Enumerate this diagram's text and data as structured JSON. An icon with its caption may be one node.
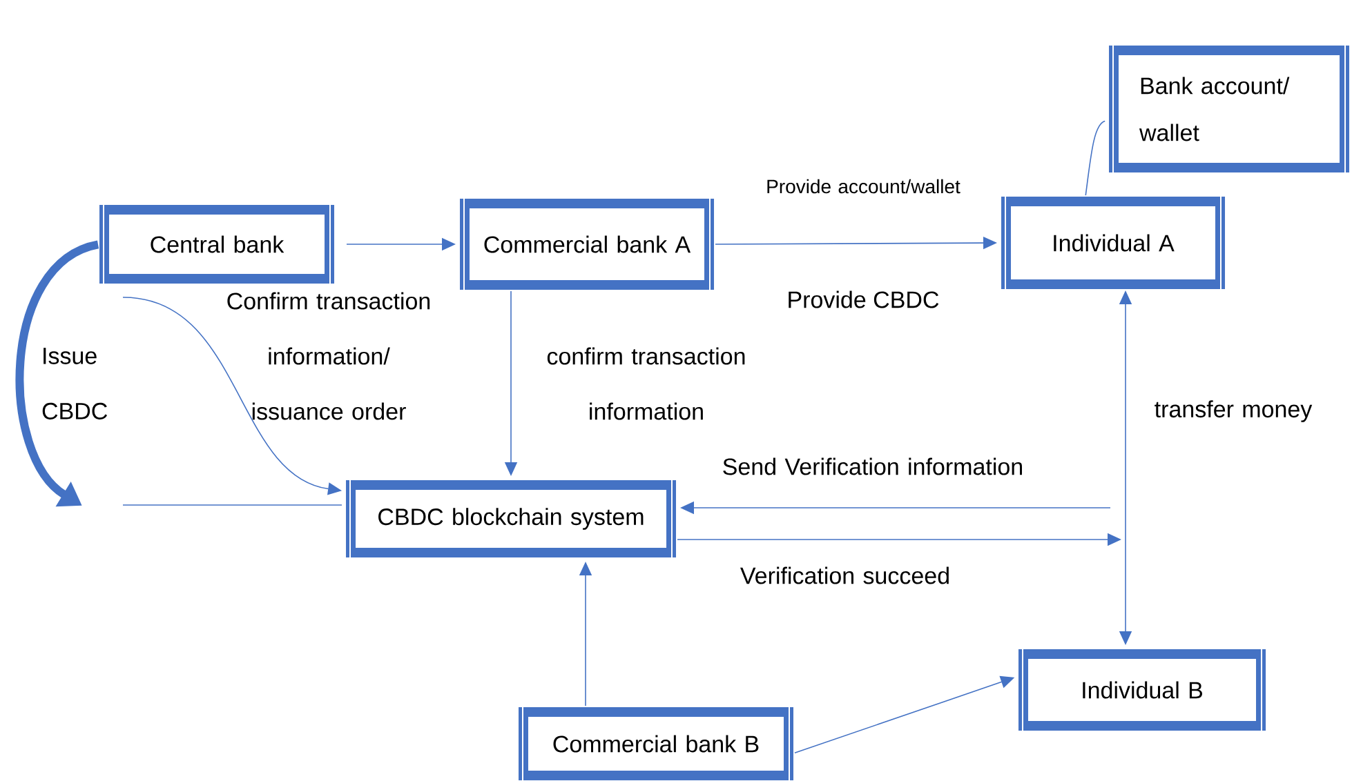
{
  "diagram": {
    "nodes": [
      {
        "text": [
          "Central bank"
        ]
      },
      {
        "text": [
          "Commercial bank A"
        ]
      },
      {
        "text": [
          "Individual A"
        ]
      },
      {
        "text": [
          "Bank account/ wallet"
        ]
      },
      {
        "text": [
          "CBDC blockchain system"
        ]
      },
      {
        "text": [
          "Individual B"
        ]
      },
      {
        "text": [
          "Commercial bank B"
        ]
      }
    ],
    "edges": [
      {
        "from": 0,
        "to": 1,
        "arrow": "to"
      },
      {
        "from": 1,
        "to": 2,
        "arrow": "to",
        "label": "Provide account/wallet"
      },
      {
        "from": 2,
        "to": 3,
        "arrow": "none"
      },
      {
        "from": 0,
        "to": 4,
        "arrow": "to",
        "label": "Confirm transaction information/ issuance order"
      },
      {
        "from": 1,
        "to": 4,
        "arrow": "to",
        "label": "confirm transaction information"
      },
      {
        "from": 0,
        "to": null,
        "arrow": "to",
        "style": "thick",
        "label": "Issue CBDC"
      },
      {
        "from": null,
        "to": 4,
        "arrow": "none"
      },
      {
        "from": null,
        "to": 4,
        "arrow": "to",
        "label": "Send Verification information"
      },
      {
        "from": 4,
        "to": null,
        "arrow": "to",
        "label": "Verification succeed"
      },
      {
        "from": 2,
        "to": 5,
        "arrow": "both",
        "label": "transfer money"
      },
      {
        "from": 6,
        "to": 4,
        "arrow": "to"
      },
      {
        "from": 6,
        "to": 5,
        "arrow": "to"
      }
    ],
    "labels": [
      "Provide CBDC"
    ]
  }
}
